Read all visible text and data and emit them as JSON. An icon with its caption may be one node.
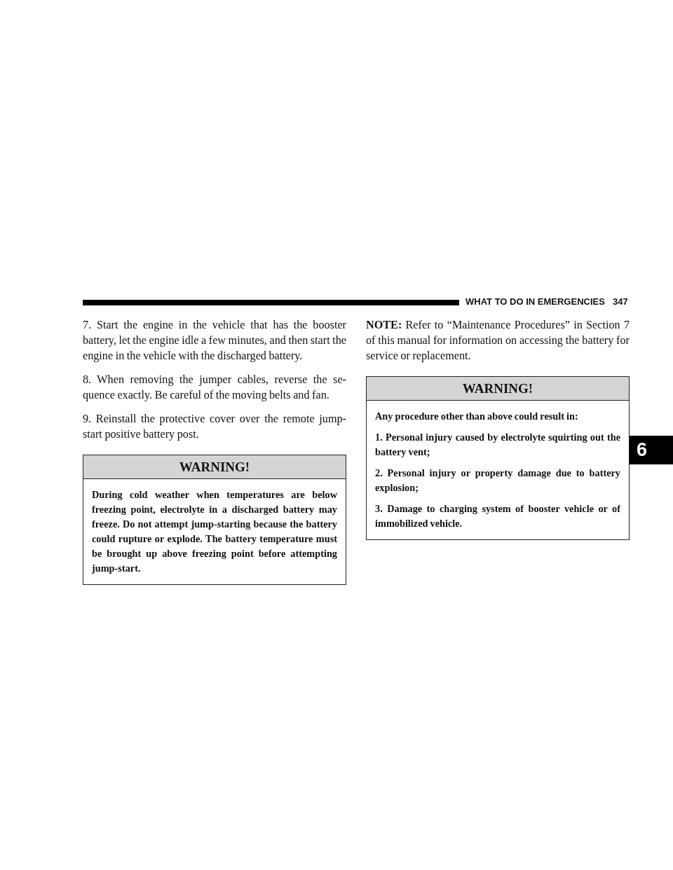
{
  "diagram": {
    "nodes": [
      {
        "text": [
          "WARNING!",
          "During cold weather when temperatures are below freezing point, electrolyte in a discharged battery may freeze. Do not attempt jump-starting because the battery could rupture or explode. The battery temperature must be brought up above freezing point before attempting jump-start."
        ]
      },
      {
        "text": [
          "WARNING!",
          "Any procedure other than above could result in:",
          "1. Personal injury caused by electrolyte squirting out the battery vent;",
          "2. Personal injury or property damage due to battery explosion;",
          "3. Damage to charging system of booster vehicle or of immobilized vehicle."
        ]
      },
      {
        "text": [
          "6"
        ]
      }
    ],
    "labels": [
      "WHAT TO DO IN EMERGENCIES",
      "347",
      "7. Start the engine in the vehicle that has the booster battery, let the engine idle a few minutes, and then start the engine in the vehicle with the discharged battery.",
      "8. When removing the jumper cables, reverse the se- quence exactly. Be careful of the moving belts and fan.",
      "9. Reinstall the protective cover over the remote jump- start positive battery post.",
      "**NOTE:** Refer to “Maintenance Procedures” in Section 7 of this manual for information on accessing the battery for service or replacement."
    ]
  }
}
